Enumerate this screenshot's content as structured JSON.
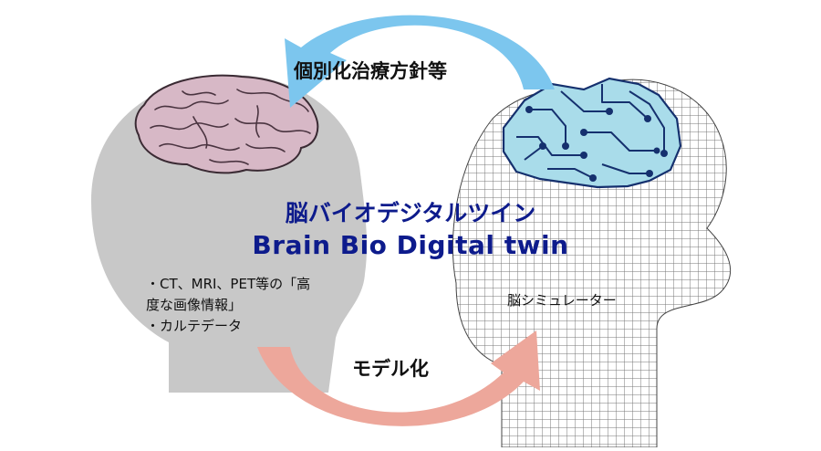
{
  "title": {
    "japanese": "脳バイオデジタルツイン",
    "english": "Brain Bio Digital twin"
  },
  "arrows": {
    "top_label": "個別化治療方針等",
    "bottom_label": "モデル化"
  },
  "human_side": {
    "info_lines": [
      "・CT、MRI、PET等の「高",
      "度な画像情報」",
      "・カルテデータ"
    ]
  },
  "simulator_side": {
    "label": "脳シミュレーター"
  },
  "colors": {
    "title": "#0d1b8c",
    "top_arrow": "#7cc6ee",
    "bottom_arrow": "#eda79b",
    "human_head": "#c8c8c8",
    "brain": "#d7b8c6",
    "circuit_brain": "#a9dcea",
    "circuit_lines": "#15306e"
  }
}
